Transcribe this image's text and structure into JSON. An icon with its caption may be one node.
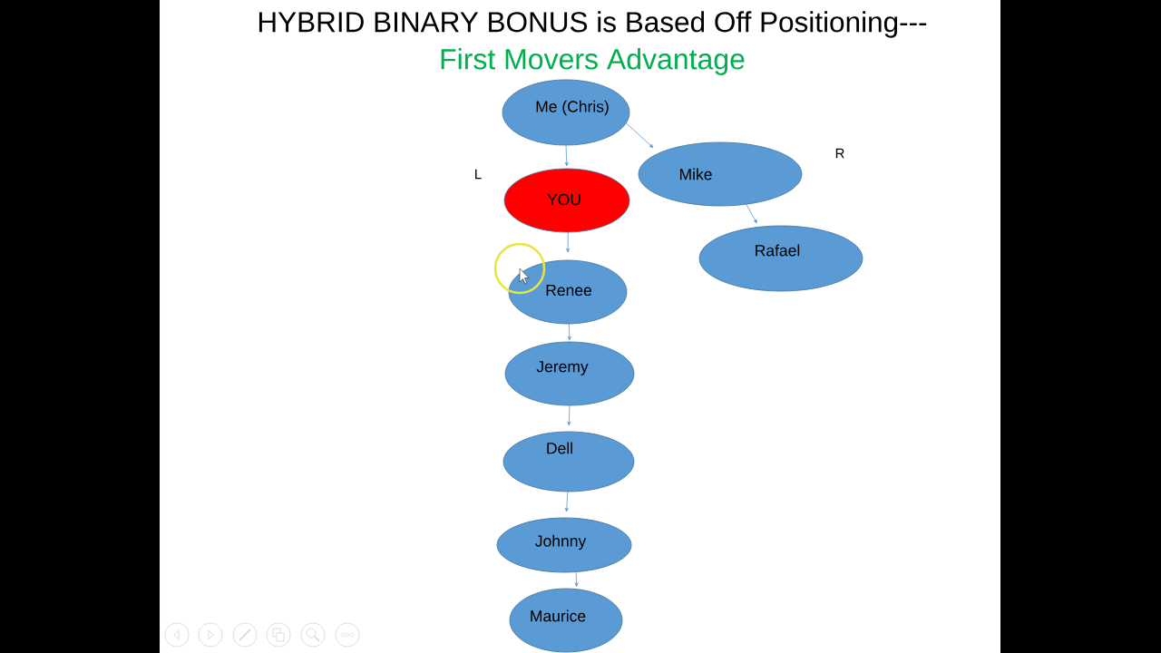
{
  "diagram": {
    "title": "HYBRID BINARY BONUS is Based Off Positioning---",
    "nodes": [
      {
        "text": [
          "Me (Chris)"
        ]
      },
      {
        "text": [
          "Mike"
        ]
      },
      {
        "text": [
          "YOU"
        ]
      },
      {
        "text": [
          "Rafael"
        ]
      },
      {
        "text": [
          "Renee"
        ]
      },
      {
        "text": [
          "Jeremy"
        ]
      },
      {
        "text": [
          "Dell"
        ]
      },
      {
        "text": [
          "Johnny"
        ]
      },
      {
        "text": [
          "Maurice"
        ]
      }
    ],
    "edges": [
      {
        "from": 0,
        "to": 2,
        "arrow": "to"
      },
      {
        "from": 0,
        "to": 1,
        "arrow": "to"
      },
      {
        "from": 2,
        "to": 4,
        "arrow": "to"
      },
      {
        "from": 1,
        "to": 3,
        "arrow": "to"
      },
      {
        "from": 4,
        "to": 5,
        "arrow": "to"
      },
      {
        "from": 5,
        "to": 6,
        "arrow": "to"
      },
      {
        "from": 6,
        "to": 7,
        "arrow": "to"
      },
      {
        "from": 7,
        "to": 8,
        "arrow": "to"
      }
    ],
    "labels": [
      "First Movers Advantage",
      "L",
      "R"
    ]
  }
}
